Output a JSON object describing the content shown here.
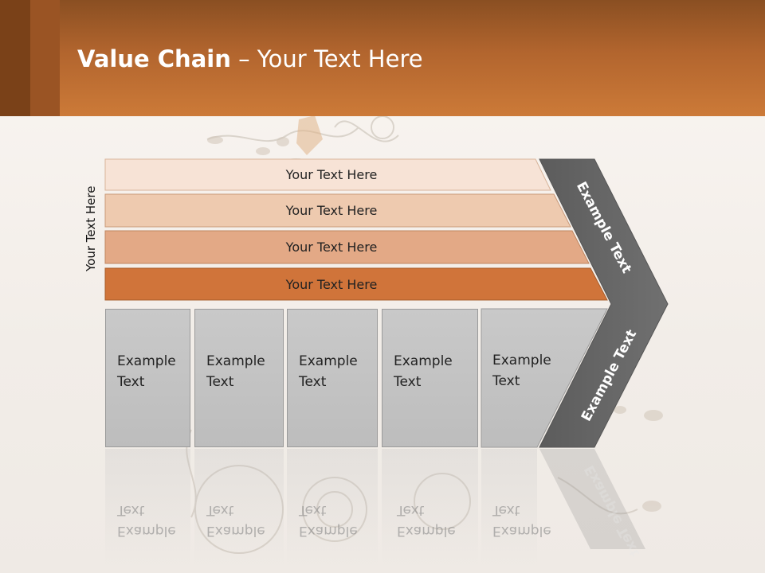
{
  "title": {
    "bold": "Value Chain",
    "rest": " – Your Text Here"
  },
  "side_label": "Your Text Here",
  "bands": [
    {
      "label": "Your Text Here",
      "color": "#f7e3d6"
    },
    {
      "label": "Your Text Here",
      "color": "#eecaaf"
    },
    {
      "label": "Your Text Here",
      "color": "#e3a986"
    },
    {
      "label": "Your Text Here",
      "color": "#d0743a"
    }
  ],
  "boxes": [
    {
      "label": "Example\nText"
    },
    {
      "label": "Example\nText"
    },
    {
      "label": "Example\nText"
    },
    {
      "label": "Example\nText"
    },
    {
      "label": "Example\nText"
    }
  ],
  "chevron": {
    "top_label": "Example Text",
    "bottom_label": "Example Text",
    "color": "#676767"
  },
  "colors": {
    "header": "#c8773a",
    "accent": "#d0743a"
  }
}
